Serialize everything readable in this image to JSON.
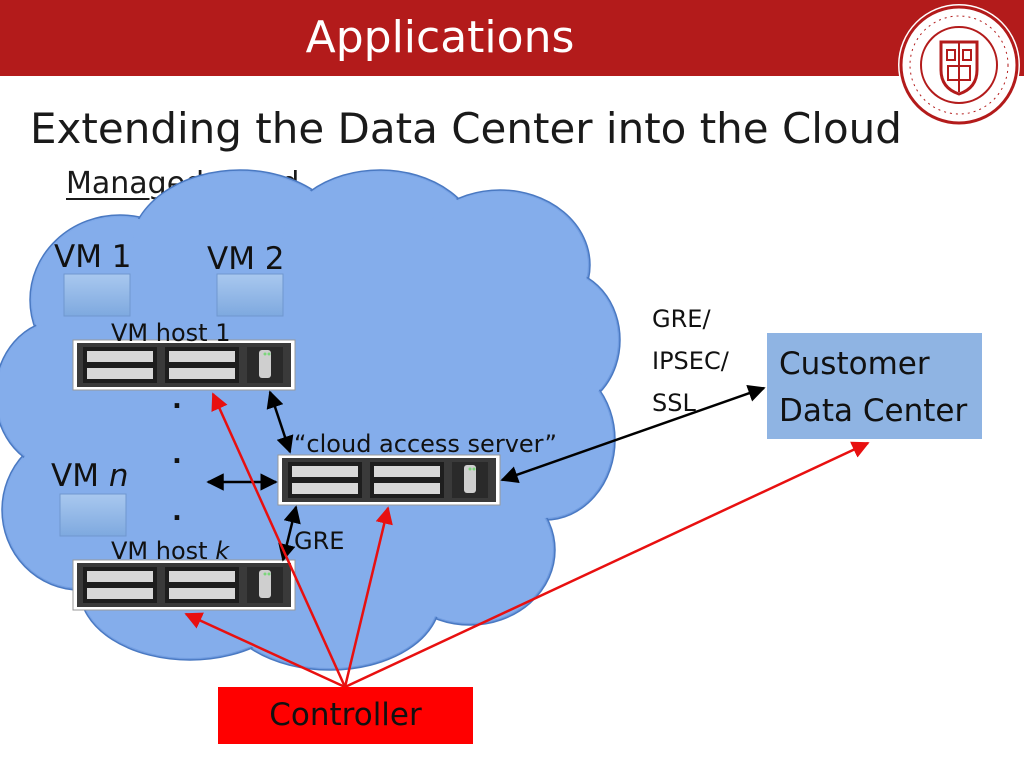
{
  "slide": {
    "header": "Applications",
    "title": "Extending the Data Center into the Cloud",
    "subtitle": "Managed Cloud"
  },
  "logo": {
    "name": "Cornell University seal",
    "text_top": "CORNELL UNIVERSITY",
    "text_bottom": "FOUNDED A.D. 1865"
  },
  "diagram": {
    "vms": [
      {
        "label": "VM 1"
      },
      {
        "label": "VM 2"
      },
      {
        "label_prefix": "VM ",
        "label_italic": "n"
      }
    ],
    "hosts": [
      {
        "label": "VM host 1"
      },
      {
        "label_prefix": "VM host ",
        "label_italic": "k"
      }
    ],
    "ellipsis": ".",
    "cloud_access_server": "“cloud access server”",
    "gre_label": "GRE",
    "tunnel_label": "GRE/\nIPSEC/\nSSL",
    "customer": "Customer\nData Center",
    "controller": "Controller"
  },
  "colors": {
    "header_red": "#b31b1b",
    "cloud_blue": "#7ba7e8",
    "customer_box": "#8fb4e3",
    "controller_box": "#ff0000",
    "control_arrow": "#e81010"
  }
}
